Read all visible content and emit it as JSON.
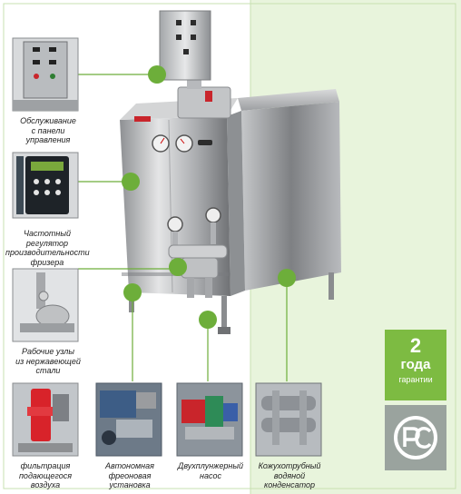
{
  "captions": {
    "control_panel": "Обслуживание\nс панели\nуправления",
    "freq_regulator": "Частотный регулятор\nпроизводительности\nфризера",
    "stainless": "Рабочие узлы\nиз нержавеющей\nстали",
    "air_filter": "фильтрация\nподающегося\nвоздуха",
    "freon": "Автономная\nфреоновая\nустановка",
    "pump": "Двухплунжерный\nнасос",
    "condenser": "Кожухотрубный\nводяной\nконденсатор"
  },
  "warranty": {
    "number": "2",
    "word": "года",
    "sub": "гарантии"
  },
  "colors": {
    "accent_green": "#7dbb42",
    "panel_green": "#e8f4dc",
    "line_green": "#6dae3a"
  },
  "icons": {
    "cert_mark": "rst-certification-icon"
  }
}
